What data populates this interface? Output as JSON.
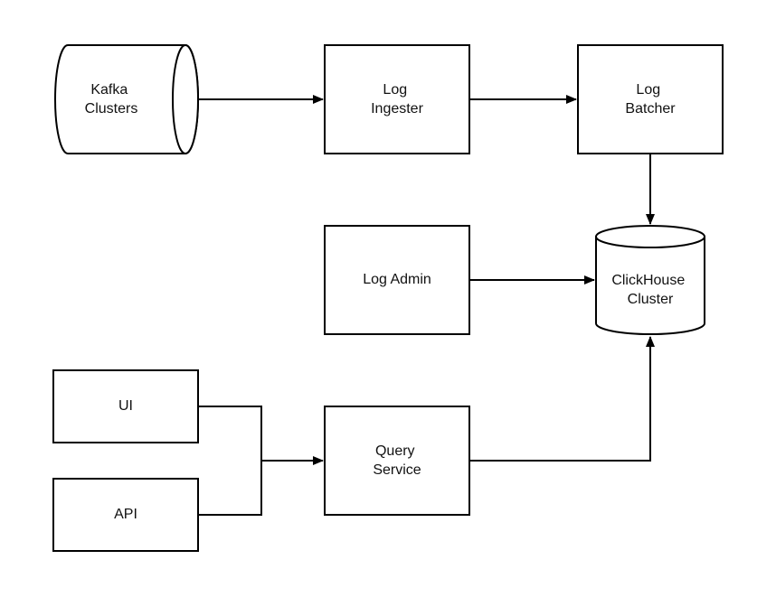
{
  "nodes": {
    "kafka": {
      "shape": "cylinder-horizontal",
      "lines": [
        "Kafka",
        "Clusters"
      ]
    },
    "ingester": {
      "shape": "rectangle",
      "lines": [
        "Log",
        "Ingester"
      ]
    },
    "batcher": {
      "shape": "rectangle",
      "lines": [
        "Log",
        "Batcher"
      ]
    },
    "admin": {
      "shape": "rectangle",
      "lines": [
        "Log Admin"
      ]
    },
    "clickhouse": {
      "shape": "cylinder-vertical",
      "lines": [
        "ClickHouse",
        "Cluster"
      ]
    },
    "ui": {
      "shape": "rectangle",
      "lines": [
        "UI"
      ]
    },
    "api": {
      "shape": "rectangle",
      "lines": [
        "API"
      ]
    },
    "query": {
      "shape": "rectangle",
      "lines": [
        "Query",
        "Service"
      ]
    }
  },
  "edges": [
    {
      "from": "kafka",
      "to": "ingester"
    },
    {
      "from": "ingester",
      "to": "batcher"
    },
    {
      "from": "batcher",
      "to": "clickhouse"
    },
    {
      "from": "admin",
      "to": "clickhouse"
    },
    {
      "from": "ui",
      "to": "query"
    },
    {
      "from": "api",
      "to": "query"
    },
    {
      "from": "query",
      "to": "clickhouse"
    }
  ],
  "colors": {
    "stroke": "#000000",
    "fill": "#ffffff",
    "text": "#111111"
  }
}
